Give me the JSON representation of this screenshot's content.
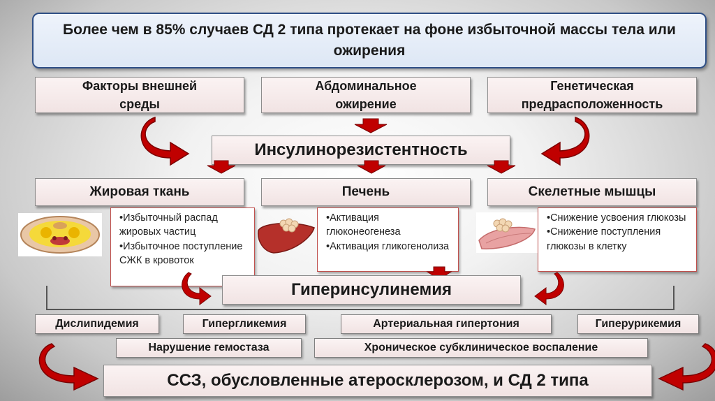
{
  "banner": {
    "text": "Более чем в 85% случаев СД 2 типа протекает на фоне избыточной массы тела или ожирения"
  },
  "factors": [
    "Факторы внешней среды",
    "Абдоминальное ожирение",
    "Генетическая предрасположенность"
  ],
  "center": {
    "insulin_resistance": "Инсулинорезистентность",
    "hyperinsulinemia": "Гиперинсулинемия"
  },
  "organs": [
    {
      "name": "Жировая ткань",
      "details": [
        "Избыточный распад жировых частиц",
        "Избыточное поступление СЖК в кровоток"
      ]
    },
    {
      "name": "Печень",
      "details": [
        "Активация глюконеогенеза",
        "Активация гликогенолиза"
      ]
    },
    {
      "name": "Скелетные мышцы",
      "details": [
        "Снижение усвоения глюкозы",
        "Снижение поступления глюкозы в клетку"
      ]
    }
  ],
  "outcomes": {
    "row1": [
      "Дислипидемия",
      "Гипергликемия",
      "Артериальная гипертония",
      "Гиперурикемия"
    ],
    "row2": [
      "Нарушение гемостаза",
      "Хроническое субклиническое воспаление"
    ]
  },
  "final": "ССЗ, обусловленные атеросклерозом, и СД 2 типа",
  "colors": {
    "arrow_red": "#c00000",
    "arrow_dark": "#7a0000",
    "banner_border": "#2f4f86",
    "detail_border": "#c0504d"
  },
  "icons": [
    "curved-arrow-icon",
    "down-arrow-icon",
    "adipose-tissue-image",
    "liver-image",
    "muscle-image"
  ]
}
